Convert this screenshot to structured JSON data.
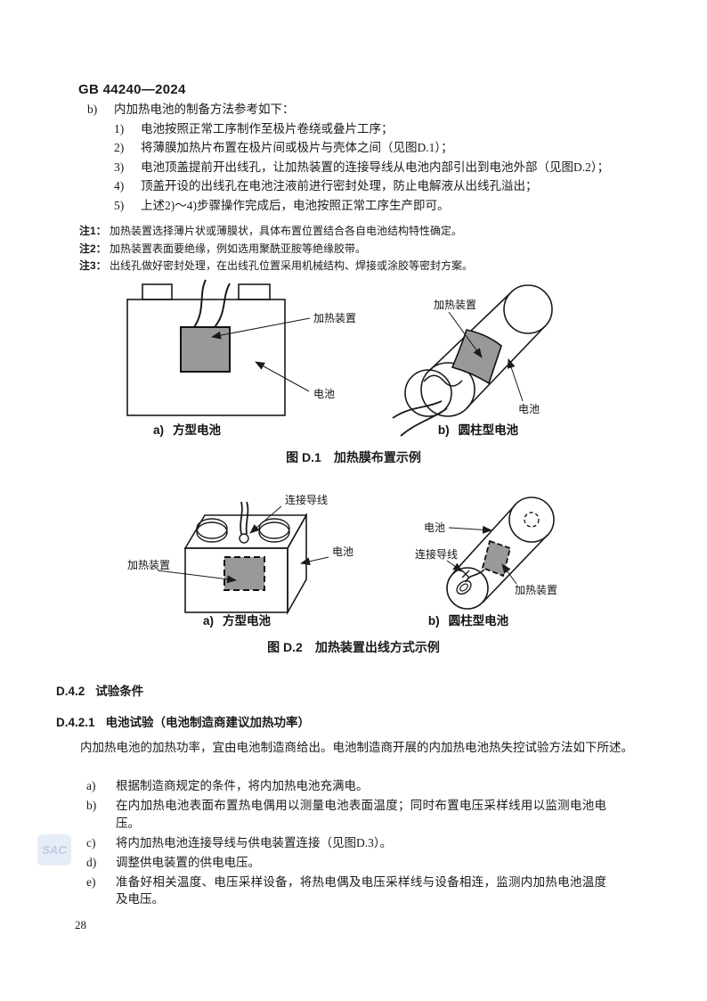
{
  "page": {
    "header": "GB 44240—2024",
    "page_number": "28",
    "watermark": "SAC"
  },
  "prep": {
    "item_b_marker": "b)",
    "item_b_text": "内加热电池的制备方法参考如下：",
    "steps": [
      {
        "marker": "1)",
        "text": "电池按照正常工序制作至极片卷绕或叠片工序；"
      },
      {
        "marker": "2)",
        "text": "将薄膜加热片布置在极片间或极片与壳体之间（见图D.1）；"
      },
      {
        "marker": "3)",
        "text": "电池顶盖提前开出线孔，让加热装置的连接导线从电池内部引出到电池外部（见图D.2）；"
      },
      {
        "marker": "4)",
        "text": "顶盖开设的出线孔在电池注液前进行密封处理，防止电解液从出线孔溢出；"
      },
      {
        "marker": "5)",
        "text": "上述2)～4)步骤操作完成后，电池按照正常工序生产即可。"
      }
    ],
    "notes": [
      {
        "label": "注1：",
        "text": "加热装置选择薄片状或薄膜状，具体布置位置结合各自电池结构特性确定。"
      },
      {
        "label": "注2：",
        "text": "加热装置表面要绝缘，例如选用聚酰亚胺等绝缘胶带。"
      },
      {
        "label": "注3：",
        "text": "出线孔做好密封处理，在出线孔位置采用机械结构、焊接或涂胶等密封方案。"
      }
    ]
  },
  "figure_d1": {
    "caption": "图 D.1　加热膜布置示例",
    "label_heater": "加热装置",
    "label_battery": "电池",
    "sub_a_marker": "a)",
    "sub_a_title": "方型电池",
    "sub_b_marker": "b)",
    "sub_b_title": "圆柱型电池"
  },
  "figure_d2": {
    "caption": "图 D.2　加热装置出线方式示例",
    "label_heater": "加热装置",
    "label_battery": "电池",
    "label_wire": "连接导线",
    "sub_a_marker": "a)",
    "sub_a_title": "方型电池",
    "sub_b_marker": "b)",
    "sub_b_title": "圆柱型电池"
  },
  "d42": {
    "number": "D.4.2",
    "title": "试验条件"
  },
  "d421": {
    "number": "D.4.2.1",
    "title": "电池试验（电池制造商建议加热功率）"
  },
  "d421_paragraph": "内加热电池的加热功率，宜由电池制造商给出。电池制造商开展的内加热电池热失控试验方法如下所述。",
  "procedure": [
    {
      "marker": "a)",
      "text": "根据制造商规定的条件，将内加热电池充满电。"
    },
    {
      "marker": "b)",
      "text": "在内加热电池表面布置热电偶用以测量电池表面温度；同时布置电压采样线用以监测电池电压。"
    },
    {
      "marker": "c)",
      "text": "将内加热电池连接导线与供电装置连接（见图D.3）。"
    },
    {
      "marker": "d)",
      "text": "调整供电装置的供电电压。"
    },
    {
      "marker": "e)",
      "text": "准备好相关温度、电压采样设备，将热电偶及电压采样线与设备相连，监测内加热电池温度及电压。"
    }
  ],
  "colors": {
    "heater_fill": "#999999",
    "line": "#1a1a1a"
  }
}
